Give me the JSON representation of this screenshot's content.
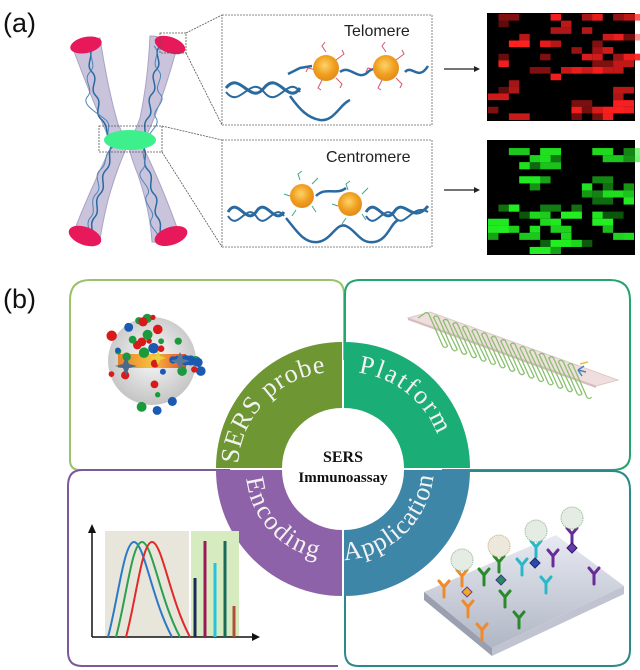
{
  "panel_a": {
    "label": "(a)",
    "telomere_box": {
      "title": "Telomere"
    },
    "centromere_box": {
      "title": "Centromere"
    },
    "heatmaps": [
      {
        "name": "telomere-heatmap",
        "color": "#ff2020"
      },
      {
        "name": "centromere-heatmap",
        "color": "#22ee22"
      }
    ],
    "colors": {
      "chromosome_body": "#c9c3dc",
      "telomere_cap": "#e8195a",
      "centromere": "#3ef08c",
      "dna": "#2a6aa0",
      "nanoparticle": "#f0a020"
    }
  },
  "panel_b": {
    "label": "(b)",
    "center": {
      "line1": "SERS",
      "line2": "Immunoassay"
    },
    "segments": [
      {
        "label": "SERS probe",
        "color": "#6e9632"
      },
      {
        "label": "Platform",
        "color": "#1aae76"
      },
      {
        "label": "Encoding",
        "color": "#8e62a8"
      },
      {
        "label": "Application",
        "color": "#3e86a8"
      }
    ],
    "box_borders": {
      "sers_probe": "#9ac26a",
      "platform": "#24a56e",
      "encoding": "#7a5a98",
      "application": "#2a8a8a"
    }
  }
}
